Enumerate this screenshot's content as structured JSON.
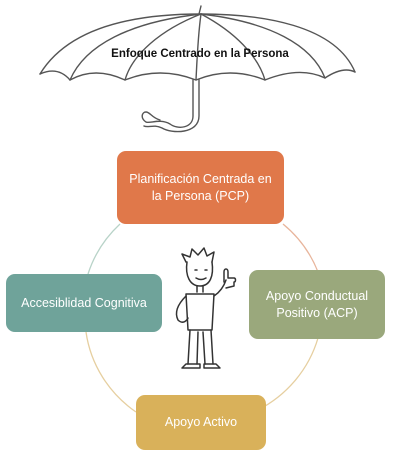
{
  "umbrella": {
    "title": "Enfoque Centrado en la Persona"
  },
  "nodes": {
    "top": {
      "label": "Planificación Centrada en la Persona (PCP)",
      "color": "#e0784a"
    },
    "left": {
      "label": "Accesiblidad Cognitiva",
      "color": "#6fa39a"
    },
    "right": {
      "label": "Apoyo Conductual Positivo (ACP)",
      "color": "#9aa87c"
    },
    "bottom": {
      "label": "Apoyo Activo",
      "color": "#d9b15a"
    }
  },
  "colors": {
    "ring_top_right": "#e8b59c",
    "ring_left": "#b8d3c8",
    "ring_bottom": "#e6cfa0",
    "umbrella_stroke": "#555555"
  },
  "figure": {
    "icon": "person-thumbs-up-icon"
  }
}
